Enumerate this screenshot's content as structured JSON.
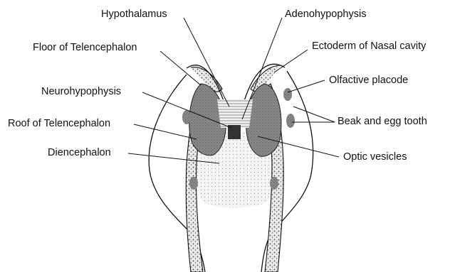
{
  "labels": {
    "hypothalamus": "Hypothalamus",
    "adenohypophysis": "Adenohypophysis",
    "floor_telencephalon": "Floor of Telencephalon",
    "ectoderm_nasal": "Ectoderm of Nasal cavity",
    "neurohypophysis": "Neurohypophysis",
    "olfactive_placode": "Olfactive placode",
    "roof_telencephalon": "Roof of Telencephalon",
    "beak_egg_tooth": "Beak and egg tooth",
    "diencephalon": "Diencephalon",
    "optic_vesicles": "Optic vesicles"
  },
  "colors": {
    "ink": "#111111",
    "dark_tissue": "#8a8a8a",
    "light_tissue": "#d6d6d6",
    "speckle": "#555555"
  }
}
